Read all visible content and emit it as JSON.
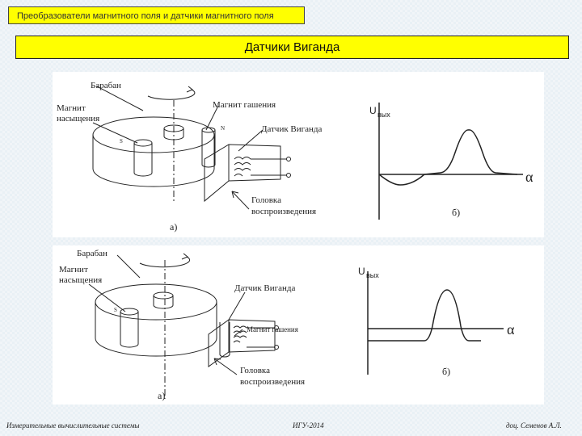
{
  "header": {
    "section_label": "Преобразователи магнитного поля и датчики магнитного поля",
    "title": "Датчики Виганда"
  },
  "figure_a": {
    "drum": "Барабан",
    "magnet_sat_1": "Магнит",
    "magnet_sat_2": "насыщения",
    "magnet_quench": "Магнит гашения",
    "sensor": "Датчик Виганда",
    "head_1": "Головка",
    "head_2": "воспроизведения",
    "s_pole": "S",
    "n_pole": "N",
    "caption": "а)",
    "u_main": "U",
    "u_sub": "вых",
    "alpha": "α",
    "graph_caption": "б)"
  },
  "figure_b": {
    "drum": "Барабан",
    "magnet_sat_1": "Магнит",
    "magnet_sat_2": "насыщения",
    "sensor": "Датчик Виганда",
    "magnet_quench": "Магнит гашения",
    "head_1": "Головка",
    "head_2": "воспроизведения",
    "s_pole": "S",
    "caption": "а)",
    "u_main": "U",
    "u_sub": "вых",
    "alpha": "α",
    "graph_caption": "б)"
  },
  "footer": {
    "left": "Измерительные вычислительные системы",
    "center": "ИГУ-2014",
    "right": "доц. Семенов А.Л."
  }
}
